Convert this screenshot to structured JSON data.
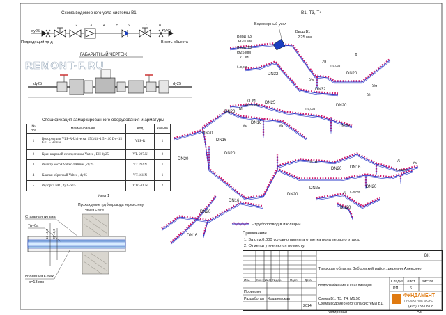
{
  "title_scheme": "Схема водомерного узла системы В1",
  "overall_title": "ГАБАРИТНЫЙ ЧЕРТЕЖ",
  "watermark": "REMONT-F.RU",
  "inlet_dy": "dy25",
  "inlet_label": "Подводящий тр-д",
  "outlet_dy": "dy25",
  "outlet_label": "В сеть объекта",
  "scheme_numbers": [
    "1",
    "2",
    "3",
    "4",
    "5",
    "6",
    "7",
    "8"
  ],
  "overall_dy": [
    "dy25",
    "dy25"
  ],
  "spec": {
    "title": "Спецификация замаркированного оборудования и арматуры",
    "headers": [
      "№ поз",
      "Наименование",
      "Код",
      "Кол-во"
    ],
    "rows": [
      [
        "1",
        "Водосчетчик  VLF-R-Universal 15(3/4) -1,5 -110  Dy=15 G=1.5 м3/час",
        "VLF-R",
        "1"
      ],
      [
        "2",
        "Кран шаровой с полусгоном Valtec , ВН dy25",
        "VT. 227.N",
        "2"
      ],
      [
        "3",
        "Фильтр косой Valtec,400мкм , dy25",
        "VT.192.N",
        "1"
      ],
      [
        "4",
        "Клапан обратный Valtec , dy25",
        "VT.161.N",
        "1"
      ],
      [
        "5",
        "Фугорка  НВ , dy25 х15",
        "VTr.581.N",
        "2"
      ]
    ]
  },
  "node": {
    "title": "Узел 1",
    "subtitle": "Прохождение трубопровода через стену",
    "steel_sleeve": "Стальная гильза",
    "pipe": "Труба",
    "insulation": "Изоляция K-flex",
    "thickness": "b=13 мм",
    "dim_right": "25 ±0,5",
    "dim_left": "13 ±0,5"
  },
  "axon": {
    "title": "В1, Т3, Т4",
    "meter_node": "Водомерный узел",
    "inlet_b1": "Ввод В1",
    "inlet_b1_d": "Ø25 мм",
    "inlet_t3": "Ввод Т3",
    "inlet_t3_d": "Ø20 мм",
    "inlet_t4": "Ввод Т3",
    "inlet_t4_d": "Ø25 мм",
    "inlet_t4_note": "к СМ",
    "kpm": "к ПМ",
    "kpm_d": "Ø20 мм",
    "labels": [
      {
        "text": "DN32"
      },
      {
        "text": "DN20"
      },
      {
        "text": "DN32"
      },
      {
        "text": "DN25"
      },
      {
        "text": "DN20"
      },
      {
        "text": "DN20"
      },
      {
        "text": "DN25"
      },
      {
        "text": "DN20"
      },
      {
        "text": "DN16"
      },
      {
        "text": "DN20"
      },
      {
        "text": "DN16"
      },
      {
        "text": "DN20"
      },
      {
        "text": "DN25"
      },
      {
        "text": "DN16"
      },
      {
        "text": "DN20"
      },
      {
        "text": "DN16"
      },
      {
        "text": "DN20"
      },
      {
        "text": "DN16"
      },
      {
        "text": "DN20"
      },
      {
        "text": "DN16"
      },
      {
        "text": "DN20"
      },
      {
        "text": "DN20"
      }
    ],
    "fixtures": [
      "Ун",
      "Д",
      "Ум",
      "Ум",
      "Ун",
      "М",
      "Ум",
      "Ун",
      "Ум",
      "Д",
      "Д"
    ],
    "levels": [
      "h=0,005",
      "h=0,005",
      "h=0,005",
      "h=0,005",
      "h=0,005"
    ]
  },
  "legend": {
    "text": "- трубопровод в изоляции"
  },
  "notes": {
    "title": "Примечание.",
    "items": [
      "1. За отм.0,000 условно принята отметка пола первого этажа.",
      "2. Отметки уточняются по месту."
    ]
  },
  "stamp": {
    "code": "ВК",
    "address": "Тверская область, Зубцовский район, деревня Алексино",
    "section": "Водоснабжение и канализация",
    "cols": [
      "Изм.",
      "Кол.уч",
      "Лист",
      "№док.",
      "Подп.",
      "Дата"
    ],
    "checked": "Проверил",
    "developed": "Разработал",
    "developer": "Ходановская",
    "year": "2014",
    "stage_h": "Стадия",
    "sheet_h": "Лист",
    "sheets_h": "Листов",
    "stage": "РП",
    "sheet": "6",
    "sheets": "",
    "drawing": "Схема В1, Т3, Т4. М1:50",
    "drawing2": "Схема водомерного узла системы В1.",
    "company": "ФУНДАМЕНТ",
    "company_sub": "ПРОЕКТНОЕ БЮРО",
    "phone": "(495) 788-08-08",
    "copied": "Копировал",
    "format": "А3"
  },
  "colors": {
    "pipe_cold": "#2a38c8",
    "pipe_hot": "#d0186a",
    "ink": "#222222",
    "brand": "#e07a10"
  }
}
